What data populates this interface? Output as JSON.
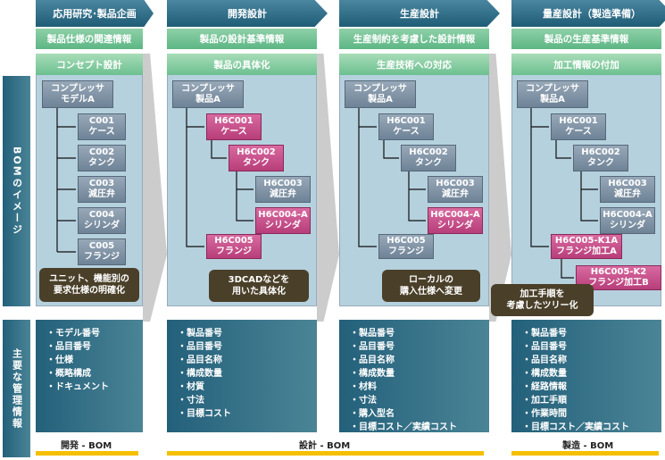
{
  "phases": [
    {
      "title": "応用研究･製品企画",
      "info": "製品仕様の関連情報",
      "section": "コンセプト設計",
      "callout": [
        "ユニット、機能別の",
        "要求仕様の明確化"
      ],
      "items": [
        "・モデル番号",
        "・品目番号",
        "・仕様",
        "・概略構成",
        "・ドキュメント"
      ]
    },
    {
      "title": "開発設計",
      "info": "製品の設計基準情報",
      "section": "製品の具体化",
      "callout": [
        "3DCADなどを",
        "用いた具体化"
      ],
      "items": [
        "・製品番号",
        "・品目番号",
        "・品目名称",
        "・構成数量",
        "・材質",
        "・寸法",
        "・目標コスト"
      ]
    },
    {
      "title": "生産設計",
      "info": "生産制約を考慮した設計情報",
      "section": "生産技術への対応",
      "callout": [
        "ローカルの",
        "購入仕様へ変更"
      ],
      "items": [
        "・製品番号",
        "・品目番号",
        "・品目名称",
        "・構成数量",
        "・材料",
        "・寸法",
        "・購入型名",
        "・目標コスト／実績コスト"
      ]
    },
    {
      "title": "量産設計（製造準備）",
      "info": "製品の生産基準情報",
      "section": "加工情報の付加",
      "callout": [
        "加工手順を",
        "考慮したツリー化"
      ],
      "items": [
        "・製品番号",
        "・品目番号",
        "・品目名称",
        "・構成数量",
        "・経路情報",
        "・加工手順",
        "・作業時間",
        "・目標コスト／実績コスト"
      ]
    }
  ],
  "trees": [
    [
      [
        "コンプレッサ",
        "モデルA"
      ],
      [
        "C001",
        "ケース"
      ],
      [
        "C002",
        "タンク"
      ],
      [
        "C003",
        "減圧弁"
      ],
      [
        "C004",
        "シリンダ"
      ],
      [
        "C005",
        "フランジ"
      ]
    ],
    [
      [
        "コンプレッサ",
        "製品A"
      ],
      [
        "H6C001",
        "ケース"
      ],
      [
        "H6C002",
        "タンク"
      ],
      [
        "H6C003",
        "減圧弁"
      ],
      [
        "H6C004-A",
        "シリンダ"
      ],
      [
        "H6C005",
        "フランジ"
      ]
    ],
    [
      [
        "コンプレッサ",
        "製品A"
      ],
      [
        "H6C001",
        "ケース"
      ],
      [
        "H6C002",
        "タンク"
      ],
      [
        "H6C003",
        "減圧弁"
      ],
      [
        "H6C004-A",
        "シリンダ"
      ],
      [
        "H6C005",
        "フランジ"
      ]
    ],
    [
      [
        "コンプレッサ",
        "製品A"
      ],
      [
        "H6C001",
        "ケース"
      ],
      [
        "H6C002",
        "タンク"
      ],
      [
        "H6C003",
        "減圧弁"
      ],
      [
        "H6C004-A",
        "シリンダ"
      ],
      [
        "H6C005-K1A",
        "フランジ加工A"
      ],
      [
        "H6C005-K2",
        "フランジ加工B"
      ]
    ]
  ],
  "side": {
    "bom": "BOMのイメージ",
    "mgmt": "主要な管理情報"
  },
  "bom_labels": [
    "開発 - BOM",
    "設計 - BOM",
    "製造 - BOM"
  ],
  "colors": {
    "dark": "#1f5c76",
    "green": "#6cc090",
    "pink": "#c04e88",
    "arrow": "#f5c000"
  }
}
